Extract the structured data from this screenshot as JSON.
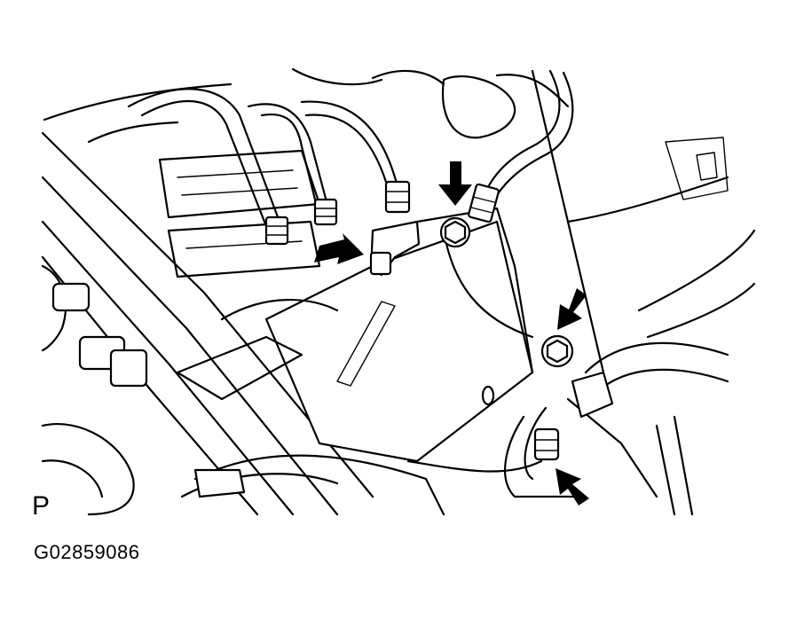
{
  "view_label": "P",
  "figure_id": "G02859086",
  "callout_arrows": [
    {
      "name": "arrow-brake-line-clip",
      "points_to": "brake-line-clip"
    },
    {
      "name": "arrow-upper-bolt",
      "points_to": "upper-mount-bolt"
    },
    {
      "name": "arrow-right-bolt",
      "points_to": "right-mount-bolt"
    },
    {
      "name": "arrow-lower-nut",
      "points_to": "lower-bracket-nut"
    }
  ],
  "colors": {
    "line": "#000000",
    "background": "#ffffff"
  }
}
